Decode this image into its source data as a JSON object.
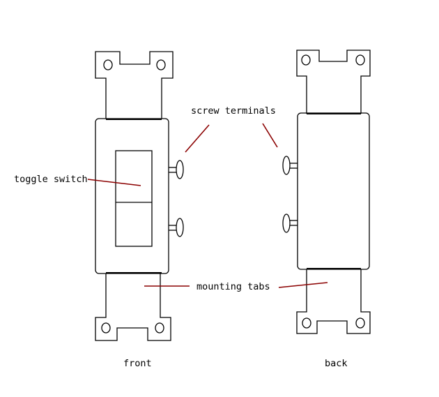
{
  "labels": {
    "screw_terminals": "screw terminals",
    "toggle_switch": "toggle switch",
    "mounting_tabs": "mounting tabs",
    "front": "front",
    "back": "back"
  },
  "colors": {
    "outline": "#000000",
    "leader": "#8b0000",
    "background": "#ffffff"
  }
}
